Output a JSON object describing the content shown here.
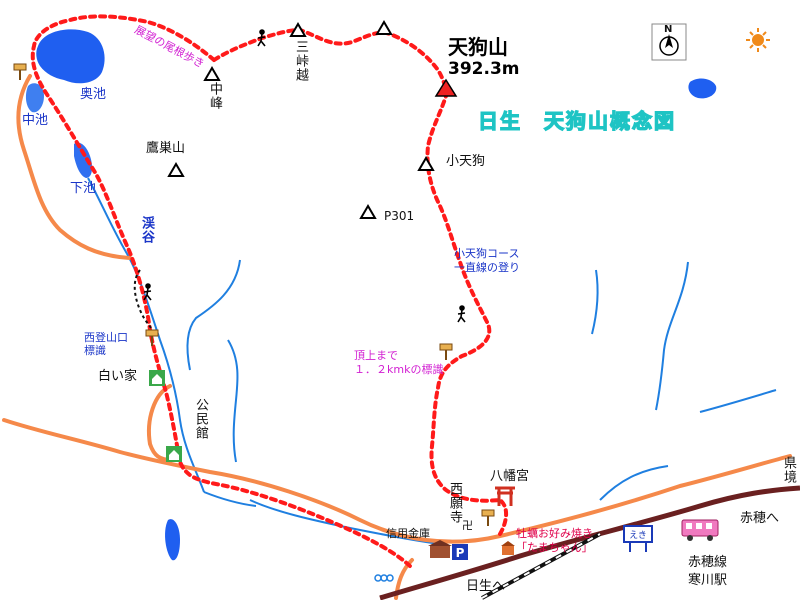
{
  "title": "日生　天狗山概念図",
  "summit": {
    "name": "天狗山",
    "elevation": "392.3m"
  },
  "peaks": {
    "nakamine": "中峰",
    "mitoge": "三峠越",
    "takanosu": "鷹巣山",
    "kotengu": "小天狗",
    "p301": "P301"
  },
  "ponds": {
    "oike": "奥池",
    "nakaike": "中池",
    "shimoike": "下池"
  },
  "valley": "渓谷",
  "trail_notes": {
    "ridge_walk": "展望の尾根歩き",
    "kotengu_course_1": "小天狗コース",
    "kotengu_course_2": "一直線の登り",
    "to_summit_1": "頂上まで",
    "to_summit_2": "１．２kmkの標識"
  },
  "landmarks": {
    "west_trailhead_1": "西登山口",
    "west_trailhead_2": "標識",
    "white_house": "白い家",
    "community_hall": "公民館",
    "hachiman": "八幡宮",
    "saiganji": "西願寺",
    "saiganji_mark": "卍",
    "bank": "信用金庫",
    "okonomiyaki_1": "牡蠣お好み焼き",
    "okonomiyaki_2": "「たまちゃん」",
    "station_sign": "えき",
    "parking": "P"
  },
  "directions": {
    "ako": "赤穂へ",
    "hinase": "日生へ",
    "prefecture_border": "県境",
    "line_name": "赤穂線",
    "station": "寒川駅"
  },
  "compass": "N",
  "colors": {
    "route": "#ff1a1a",
    "road": "#f5894a",
    "river": "#1f7fe0",
    "pond": "#1f5ff0",
    "rail": "#6a2020",
    "title_stroke": "#1ec4c4",
    "summit_mark": "#ee2222",
    "note_magenta": "#d21fd2",
    "note_blue": "#1a35c8"
  },
  "icons": [
    "hiker-icon",
    "signpost-icon",
    "house-icon",
    "shrine-gate-icon",
    "temple-icon",
    "parking-icon",
    "train-icon",
    "sun-icon",
    "compass-icon",
    "summit-triangle-icon",
    "peak-triangle-icon"
  ]
}
